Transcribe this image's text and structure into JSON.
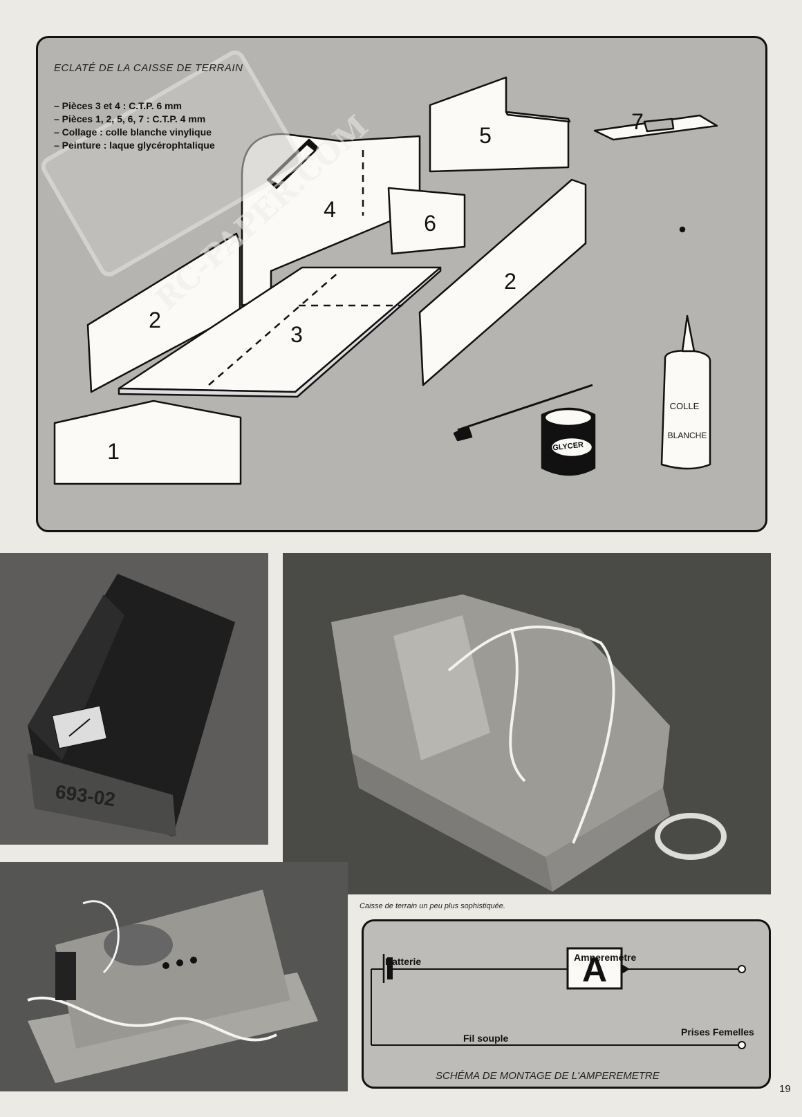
{
  "exploded": {
    "title": "ECLATÉ DE LA CAISSE DE TERRAIN",
    "specs": [
      "– Pièces 3 et 4 : C.T.P. 6 mm",
      "– Pièces 1, 2, 5, 6, 7 : C.T.P. 4 mm",
      "– Collage : colle blanche vinylique",
      "– Peinture : laque glycérophtalique"
    ],
    "parts": [
      "1",
      "2",
      "2",
      "3",
      "4",
      "5",
      "6",
      "7"
    ],
    "can_label": "GLYCER",
    "glue_label_1": "COLLE",
    "glue_label_2": "BLANCHE",
    "watermark": "RC-PAPER.COM"
  },
  "photos": {
    "box_marking": "693-02",
    "caption": "Caisse de terrain un peu plus sophistiquée."
  },
  "schema": {
    "battery_label": "Batterie",
    "ammeter_label": "Amperemètre",
    "ammeter_symbol": "A",
    "sockets_label": "Prises Femelles",
    "wire_label": "Fil souple",
    "title": "SCHÉMA DE MONTAGE DE L'AMPEREMETRE"
  },
  "page_number": "19"
}
